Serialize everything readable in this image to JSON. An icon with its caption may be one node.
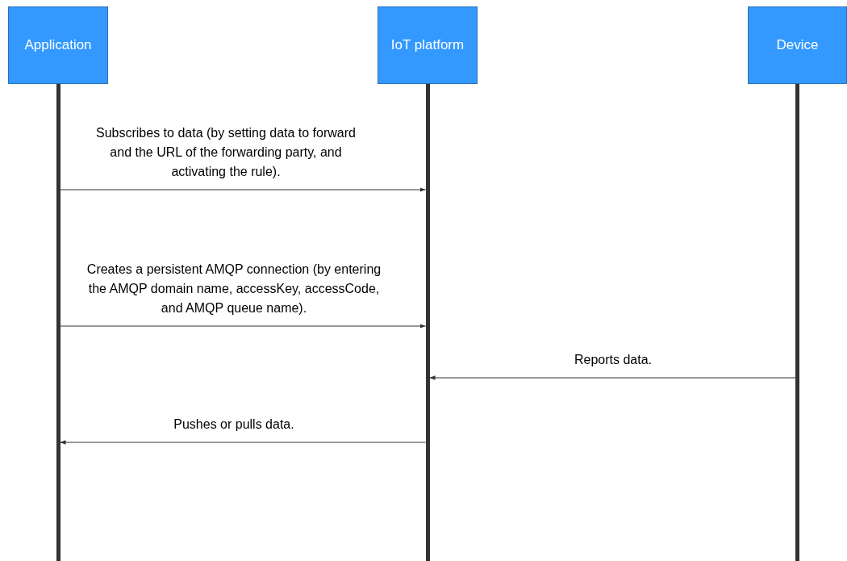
{
  "diagram": {
    "nodes": [
      {
        "text": [
          "Application"
        ]
      },
      {
        "text": [
          "IoT platform"
        ]
      },
      {
        "text": [
          "Device"
        ]
      }
    ],
    "edges": [
      {
        "from": 0,
        "to": 1,
        "arrow": "to",
        "label": "Subscribes to data (by setting data to forward and the URL of the forwarding party, and activating the rule)."
      },
      {
        "from": 0,
        "to": 1,
        "arrow": "to",
        "label": "Creates a persistent AMQP connection (by entering the AMQP domain name, accessKey, accessCode, and AMQP queue name)."
      },
      {
        "from": 2,
        "to": 1,
        "arrow": "to",
        "label": "Reports data."
      },
      {
        "from": 1,
        "to": 0,
        "arrow": "to",
        "label": "Pushes or pulls data."
      }
    ]
  }
}
